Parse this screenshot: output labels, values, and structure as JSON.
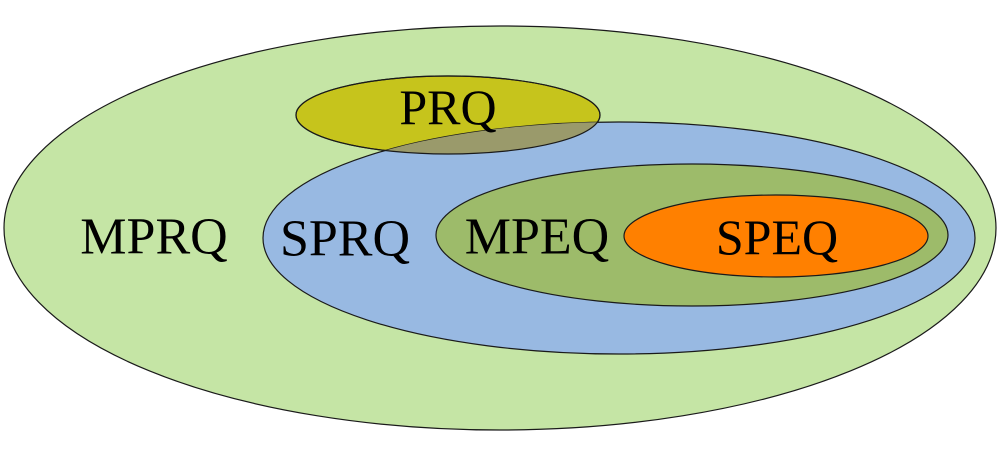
{
  "diagram": {
    "type": "nested-sets",
    "sets": [
      {
        "id": "mprq",
        "label": "MPRQ",
        "fill": "#c5e5a5"
      },
      {
        "id": "sprq",
        "label": "SPRQ",
        "fill": "#98b9e2"
      },
      {
        "id": "mpeq",
        "label": "MPEQ",
        "fill": "#9dbb6a"
      },
      {
        "id": "speq",
        "label": "SPEQ",
        "fill": "#ff8000"
      },
      {
        "id": "prq",
        "label": "PRQ",
        "fill": "#c6c41c"
      }
    ],
    "overlap_fill": "#9a9a6b",
    "outline_color": "#1a1a1a"
  }
}
